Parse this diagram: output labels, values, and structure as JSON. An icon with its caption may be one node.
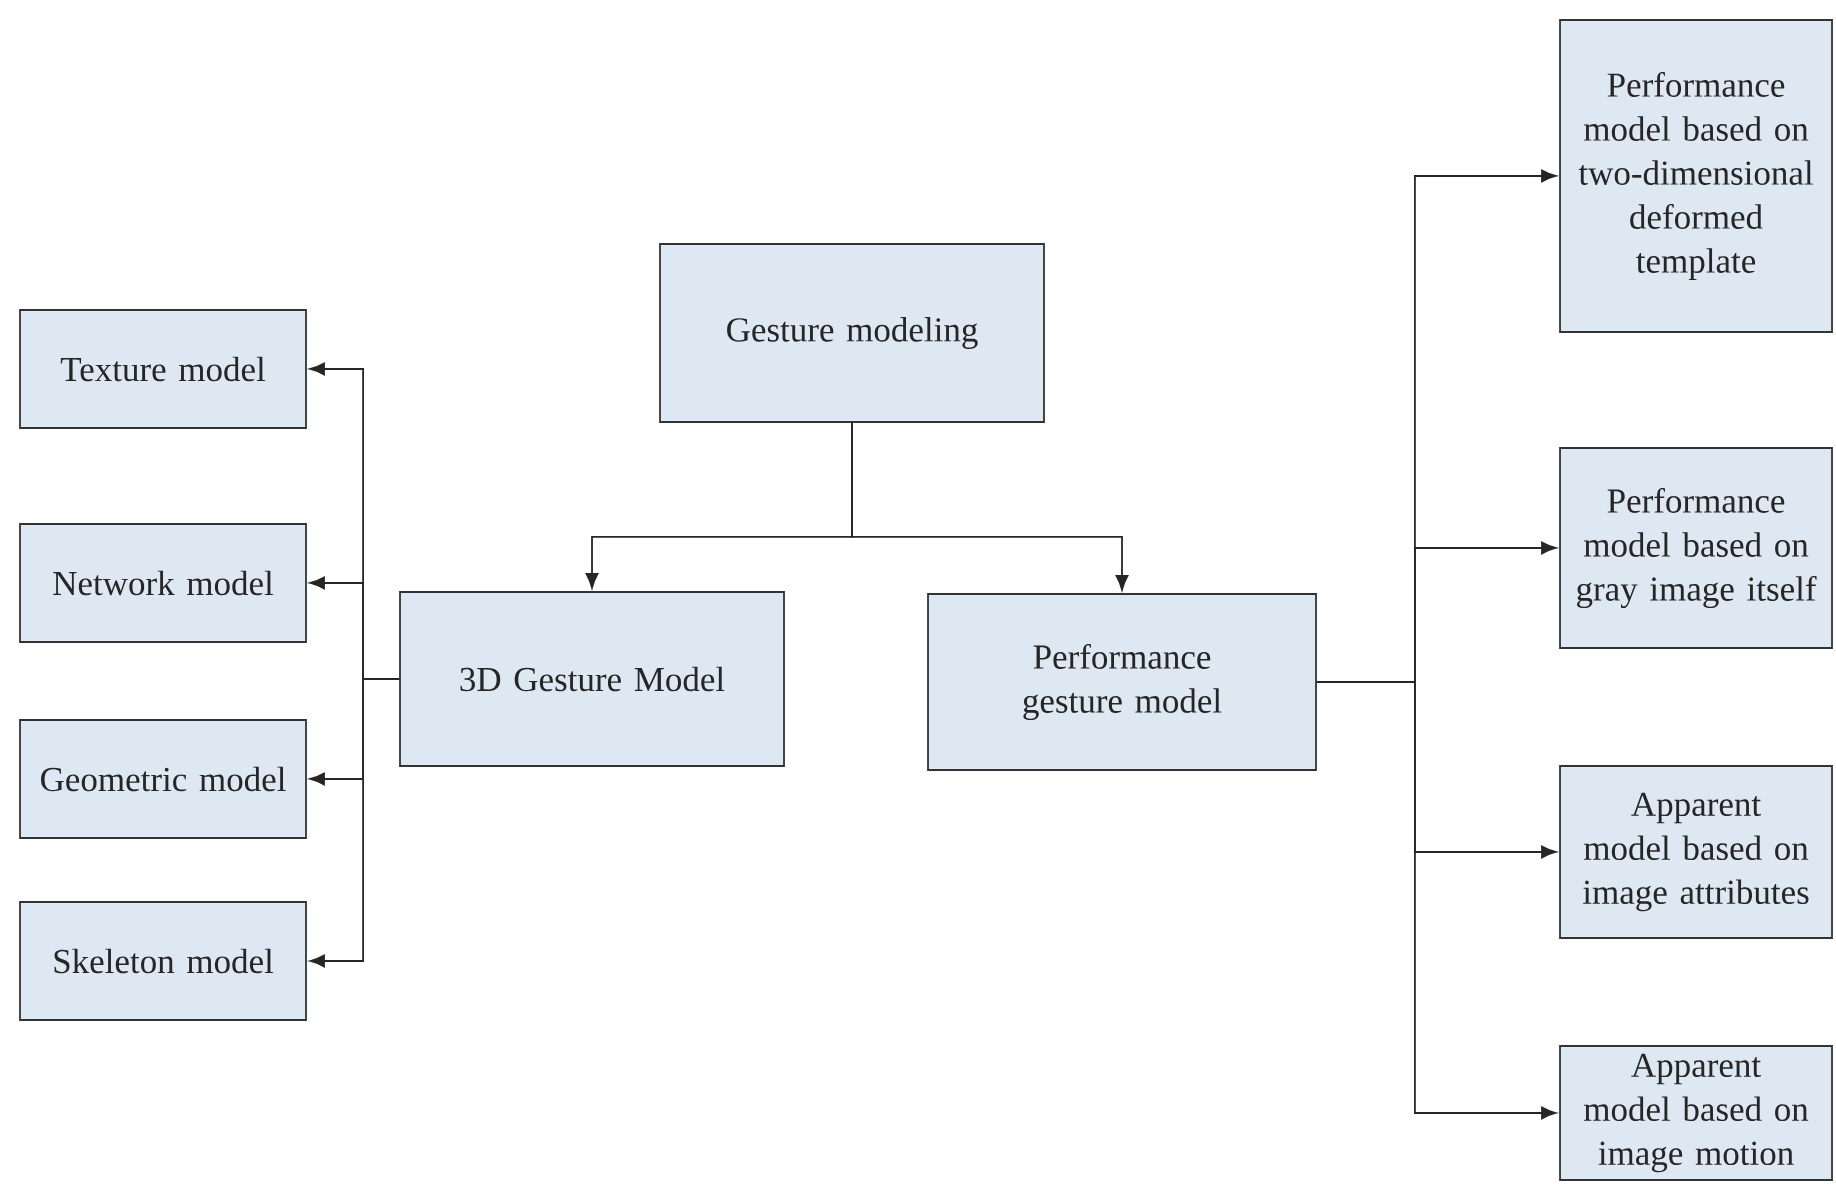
{
  "diagram": {
    "nodes": [
      {
        "text": [
          "Gesture modeling"
        ]
      },
      {
        "text": [
          "3D Gesture Model"
        ]
      },
      {
        "text": [
          "Performance gesture model"
        ]
      },
      {
        "text": [
          "Texture model"
        ]
      },
      {
        "text": [
          "Network model"
        ]
      },
      {
        "text": [
          "Geometric model"
        ]
      },
      {
        "text": [
          "Skeleton model"
        ]
      },
      {
        "text": [
          "Performance model based on two-dimensional deformed template"
        ]
      },
      {
        "text": [
          "Performance model based on gray image itself"
        ]
      },
      {
        "text": [
          "Apparent model based on image attributes"
        ]
      },
      {
        "text": [
          "Apparent model based on image motion"
        ]
      }
    ],
    "edges": [
      {
        "from": 0,
        "to": 1,
        "arrow": "to"
      },
      {
        "from": 0,
        "to": 2,
        "arrow": "to"
      },
      {
        "from": 1,
        "to": 3,
        "arrow": "to"
      },
      {
        "from": 1,
        "to": 4,
        "arrow": "to"
      },
      {
        "from": 1,
        "to": 5,
        "arrow": "to"
      },
      {
        "from": 1,
        "to": 6,
        "arrow": "to"
      },
      {
        "from": 2,
        "to": 7,
        "arrow": "to"
      },
      {
        "from": 2,
        "to": 8,
        "arrow": "to"
      },
      {
        "from": 2,
        "to": 9,
        "arrow": "to"
      },
      {
        "from": 2,
        "to": 10,
        "arrow": "to"
      }
    ]
  }
}
